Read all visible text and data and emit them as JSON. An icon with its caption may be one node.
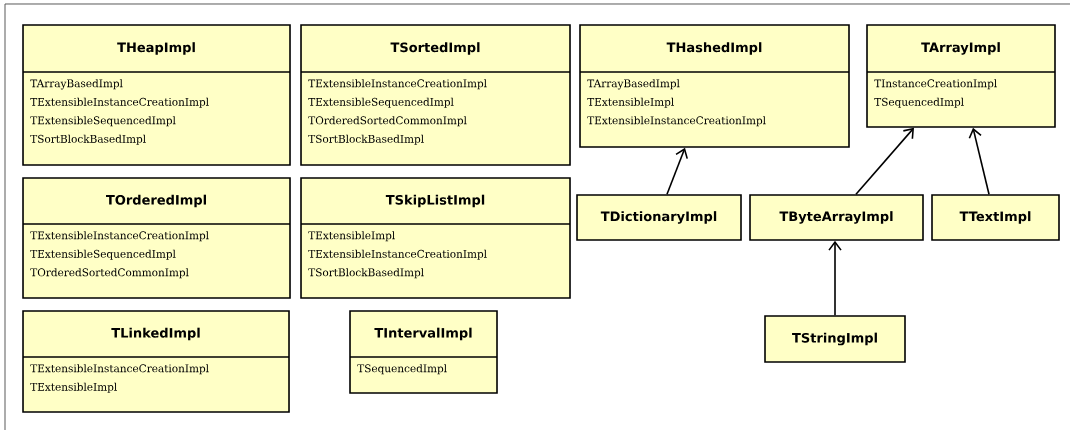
{
  "diagram": {
    "nodes": [
      {
        "text": [
          "THeapImpl",
          "TArrayBasedImpl",
          "TExtensibleInstanceCreationImpl",
          "TExtensibleSequencedImpl",
          "TSortBlockBasedImpl"
        ]
      },
      {
        "text": [
          "TSortedImpl",
          "TExtensibleInstanceCreationImpl",
          "TExtensibleSequencedImpl",
          "TOrderedSortedCommonImpl",
          "TSortBlockBasedImpl"
        ]
      },
      {
        "text": [
          "THashedImpl",
          "TArrayBasedImpl",
          "TExtensibleImpl",
          "TExtensibleInstanceCreationImpl"
        ]
      },
      {
        "text": [
          "TArrayImpl",
          "TInstanceCreationImpl",
          "TSequencedImpl"
        ]
      },
      {
        "text": [
          "TOrderedImpl",
          "TExtensibleInstanceCreationImpl",
          "TExtensibleSequencedImpl",
          "TOrderedSortedCommonImpl"
        ]
      },
      {
        "text": [
          "TSkipListImpl",
          "TExtensibleImpl",
          "TExtensibleInstanceCreationImpl",
          "TSortBlockBasedImpl"
        ]
      },
      {
        "text": [
          "TLinkedImpl",
          "TExtensibleInstanceCreationImpl",
          "TExtensibleImpl"
        ]
      },
      {
        "text": [
          "TIntervalImpl",
          "TSequencedImpl"
        ]
      },
      {
        "text": [
          "TDictionaryImpl"
        ]
      },
      {
        "text": [
          "TByteArrayImpl"
        ]
      },
      {
        "text": [
          "TTextImpl"
        ]
      },
      {
        "text": [
          "TStringImpl"
        ]
      }
    ],
    "edges": [
      {
        "from": 8,
        "to": 2,
        "arrow": "to"
      },
      {
        "from": 9,
        "to": 3,
        "arrow": "to"
      },
      {
        "from": 10,
        "to": 3,
        "arrow": "to"
      },
      {
        "from": 11,
        "to": 9,
        "arrow": "to"
      }
    ]
  }
}
